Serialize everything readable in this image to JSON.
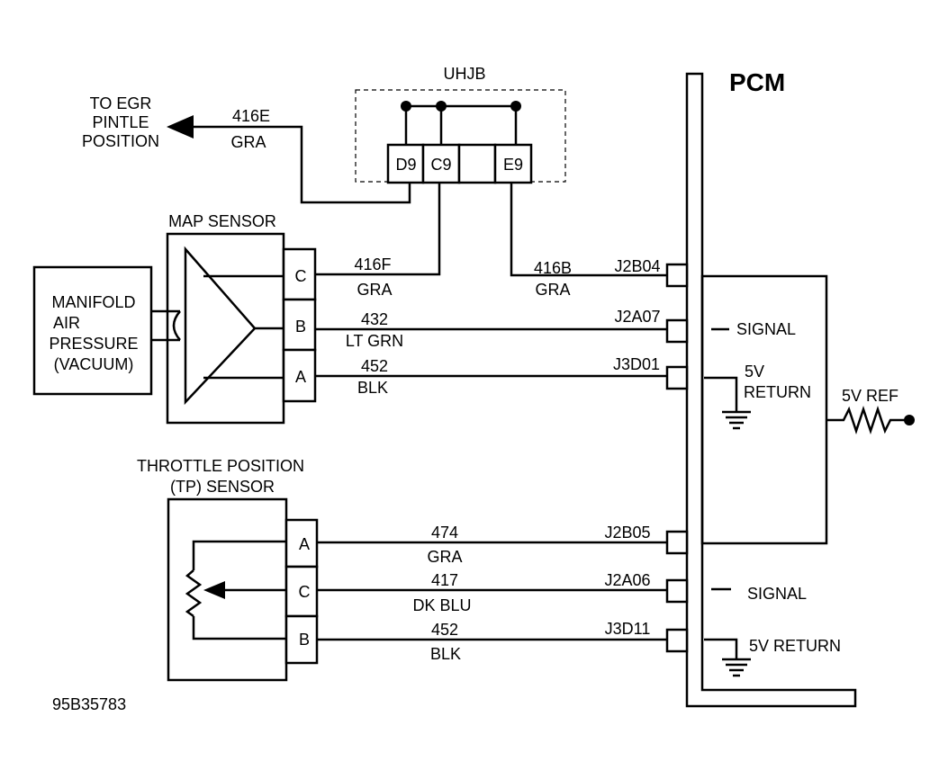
{
  "pcm": {
    "title": "PCM"
  },
  "uhjb": {
    "title": "UHJB",
    "pins": [
      "D9",
      "C9",
      "E9"
    ]
  },
  "egr": {
    "lines": [
      "TO EGR",
      "PINTLE",
      "POSITION"
    ],
    "circuit": "416E",
    "color": "GRA"
  },
  "map_sensor": {
    "title": "MAP SENSOR",
    "manifold_lines": [
      "MANIFOLD",
      "AIR",
      "PRESSURE",
      "(VACUUM)"
    ],
    "pins": [
      "C",
      "B",
      "A"
    ],
    "wires": [
      {
        "circuit": "416F",
        "color": "GRA"
      },
      {
        "circuit": "432",
        "color": "LT GRN",
        "pcm_pin": "J2A07"
      },
      {
        "circuit": "452",
        "color": "BLK",
        "pcm_pin": "J3D01"
      }
    ]
  },
  "uhjb_wire": {
    "circuit": "416B",
    "color": "GRA",
    "pcm_pin": "J2B04"
  },
  "tp_sensor": {
    "title_lines": [
      "THROTTLE POSITION",
      "(TP) SENSOR"
    ],
    "pins": [
      "A",
      "C",
      "B"
    ],
    "wires": [
      {
        "circuit": "474",
        "color": "GRA",
        "pcm_pin": "J2B05"
      },
      {
        "circuit": "417",
        "color": "DK BLU",
        "pcm_pin": "J2A06"
      },
      {
        "circuit": "452",
        "color": "BLK",
        "pcm_pin": "J3D11"
      }
    ]
  },
  "pcm_labels": {
    "signal_upper": "SIGNAL",
    "return_upper_lines": [
      "5V",
      "RETURN"
    ],
    "ref": "5V REF",
    "signal_lower": "SIGNAL",
    "return_lower": "5V RETURN"
  },
  "figure_id": "95B35783"
}
